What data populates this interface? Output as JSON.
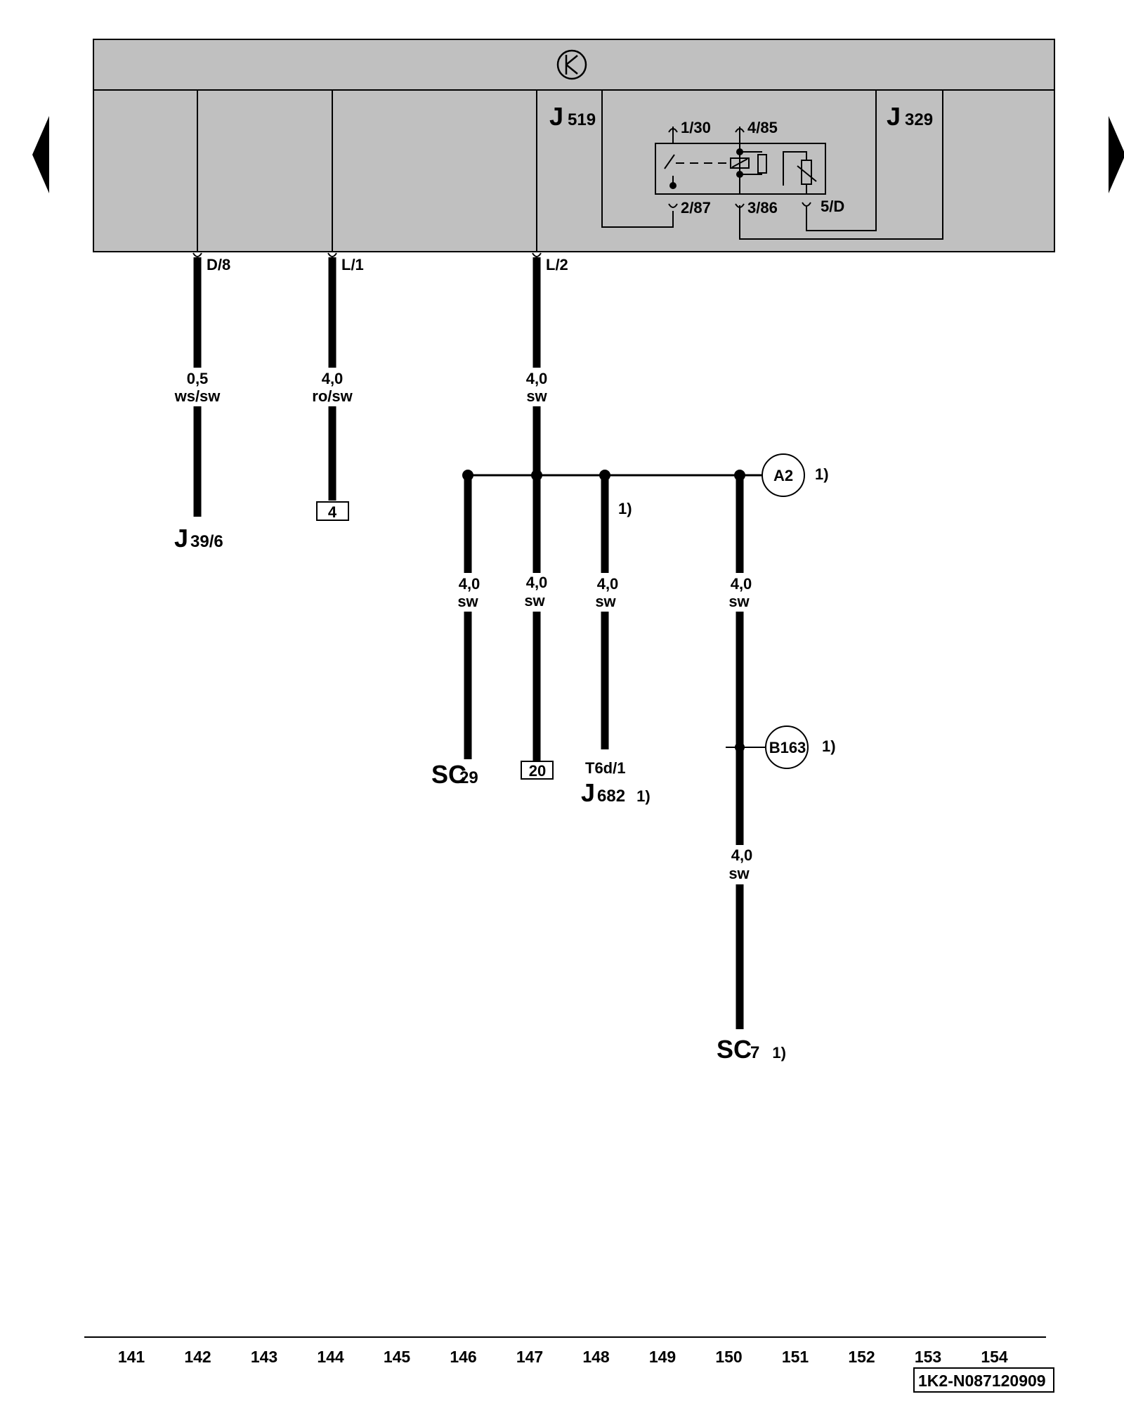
{
  "colors": {
    "module_fill": "#c0c0c0",
    "line": "#000000",
    "background": "#ffffff"
  },
  "navigation": {
    "prev_icon": "triangle-left-icon",
    "next_icon": "triangle-right-icon"
  },
  "module": {
    "icon": "terminal-symbol-icon",
    "j519": {
      "letter": "J",
      "number": "519"
    },
    "j329": {
      "letter": "J",
      "number": "329"
    },
    "relay_pins": {
      "p1": "1/30",
      "p2": "4/85",
      "p3": "2/87",
      "p4": "3/86",
      "p5": "5/D"
    }
  },
  "connectors": {
    "c1": "D/8",
    "c2": "L/1",
    "c3": "L/2"
  },
  "wires": {
    "w1": {
      "gauge": "0,5",
      "color": "ws/sw"
    },
    "w2": {
      "gauge": "4,0",
      "color": "ro/sw"
    },
    "w3": {
      "gauge": "4,0",
      "color": "sw"
    },
    "w4": {
      "gauge": "4,0",
      "color": "sw"
    },
    "w5": {
      "gauge": "4,0",
      "color": "sw"
    },
    "w6": {
      "gauge": "4,0",
      "color": "sw"
    },
    "w7": {
      "gauge": "4,0",
      "color": "sw"
    },
    "w8": {
      "gauge": "4,0",
      "color": "sw"
    }
  },
  "terminals": {
    "j39": {
      "letter": "J",
      "sub": "39/6"
    },
    "box4": "4",
    "sc29": {
      "main": "SC",
      "sub": "29"
    },
    "box20": "20",
    "t6d": "T6d/1",
    "j682": {
      "letter": "J",
      "sub": "682",
      "note": "1)"
    },
    "sc7": {
      "main": "SC",
      "sub": "7",
      "note": "1)"
    }
  },
  "junctions": {
    "a2": {
      "label": "A2",
      "note": "1)"
    },
    "b163": {
      "label": "B163",
      "note": "1)"
    },
    "branch_note": "1)"
  },
  "footer": {
    "columns": [
      "141",
      "142",
      "143",
      "144",
      "145",
      "146",
      "147",
      "148",
      "149",
      "150",
      "151",
      "152",
      "153",
      "154"
    ],
    "doc_id": "1K2-N087120909"
  }
}
